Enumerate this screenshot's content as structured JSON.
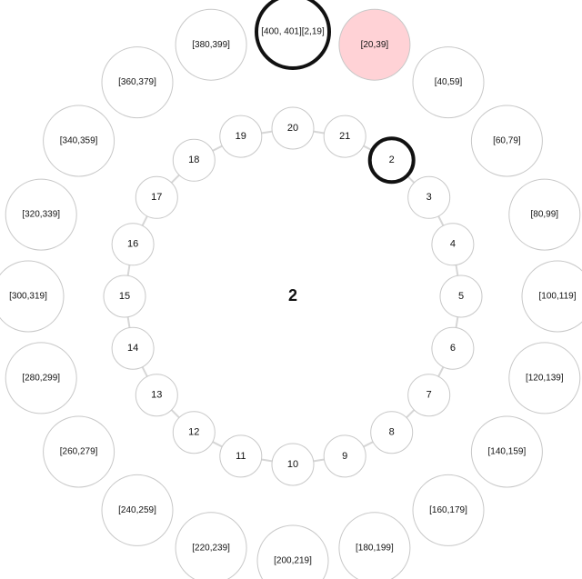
{
  "center": {
    "label": "2"
  },
  "inner_ring": {
    "nodes": [
      "20",
      "21",
      "2",
      "3",
      "4",
      "5",
      "6",
      "7",
      "8",
      "9",
      "10",
      "11",
      "12",
      "13",
      "14",
      "15",
      "16",
      "17",
      "18",
      "19"
    ],
    "selected": "2"
  },
  "outer_ring": {
    "nodes": [
      "[400, 401][2,19]",
      "[20,39]",
      "[40,59]",
      "[60,79]",
      "[80,99]",
      "[100,119]",
      "[120,139]",
      "[140,159]",
      "[160,179]",
      "[180,199]",
      "[200,219]",
      "[220,239]",
      "[240,259]",
      "[260,279]",
      "[280,299]",
      "[300,319]",
      "[320,339]",
      "[340,359]",
      "[360,379]",
      "[380,399]"
    ],
    "selected": "[400, 401][2,19]",
    "highlighted": "[20,39]",
    "highlight_color": "#ffd2d6"
  },
  "colors": {
    "stroke": "#c8c8c8",
    "selected_stroke": "#111111",
    "link": "#d6d6d6"
  }
}
